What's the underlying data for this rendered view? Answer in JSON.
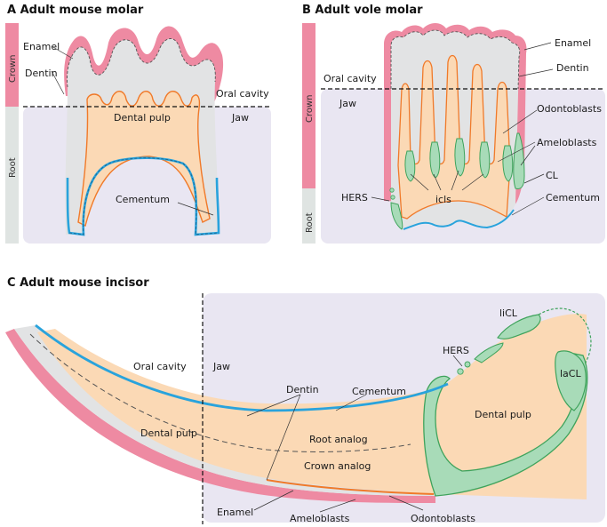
{
  "panels": {
    "a": {
      "title": "A  Adult mouse molar",
      "bar_crown": "Crown",
      "bar_root": "Root",
      "labels": {
        "enamel": "Enamel",
        "dentin": "Dentin",
        "oral_cavity": "Oral cavity",
        "jaw": "Jaw",
        "dental_pulp": "Dental pulp",
        "cementum": "Cementum"
      }
    },
    "b": {
      "title": "B  Adult vole molar",
      "bar_crown": "Crown",
      "bar_root": "Root",
      "labels": {
        "enamel": "Enamel",
        "dentin": "Dentin",
        "oral_cavity": "Oral cavity",
        "jaw": "Jaw",
        "odontoblasts": "Odontoblasts",
        "ameloblasts": "Ameloblasts",
        "cl": "CL",
        "hers": "HERS",
        "icls": "icls",
        "cementum": "Cementum"
      }
    },
    "c": {
      "title": "C  Adult mouse incisor",
      "labels": {
        "oral_cavity": "Oral cavity",
        "jaw": "Jaw",
        "dentin": "Dentin",
        "cementum": "Cementum",
        "hers": "HERS",
        "licl": "liCL",
        "lacl": "laCL",
        "dental_pulp_inner": "Dental pulp",
        "dental_pulp_outer": "Dental pulp",
        "root_analog": "Root analog",
        "crown_analog": "Crown analog",
        "enamel": "Enamel",
        "ameloblasts": "Ameloblasts",
        "odontoblasts": "Odontoblasts"
      }
    }
  },
  "colors": {
    "enamel": "#ee8aa2",
    "dentin": "#e2e3e4",
    "pulp": "#fbd9b5",
    "odontoblast_line": "#f07a2a",
    "cementum": "#29a3dc",
    "epithelium": "#a8dbb8",
    "epithelium_line": "#3fa35c",
    "jaw_bg": "#e9e6f2",
    "root_bar": "#dfe4e2"
  }
}
